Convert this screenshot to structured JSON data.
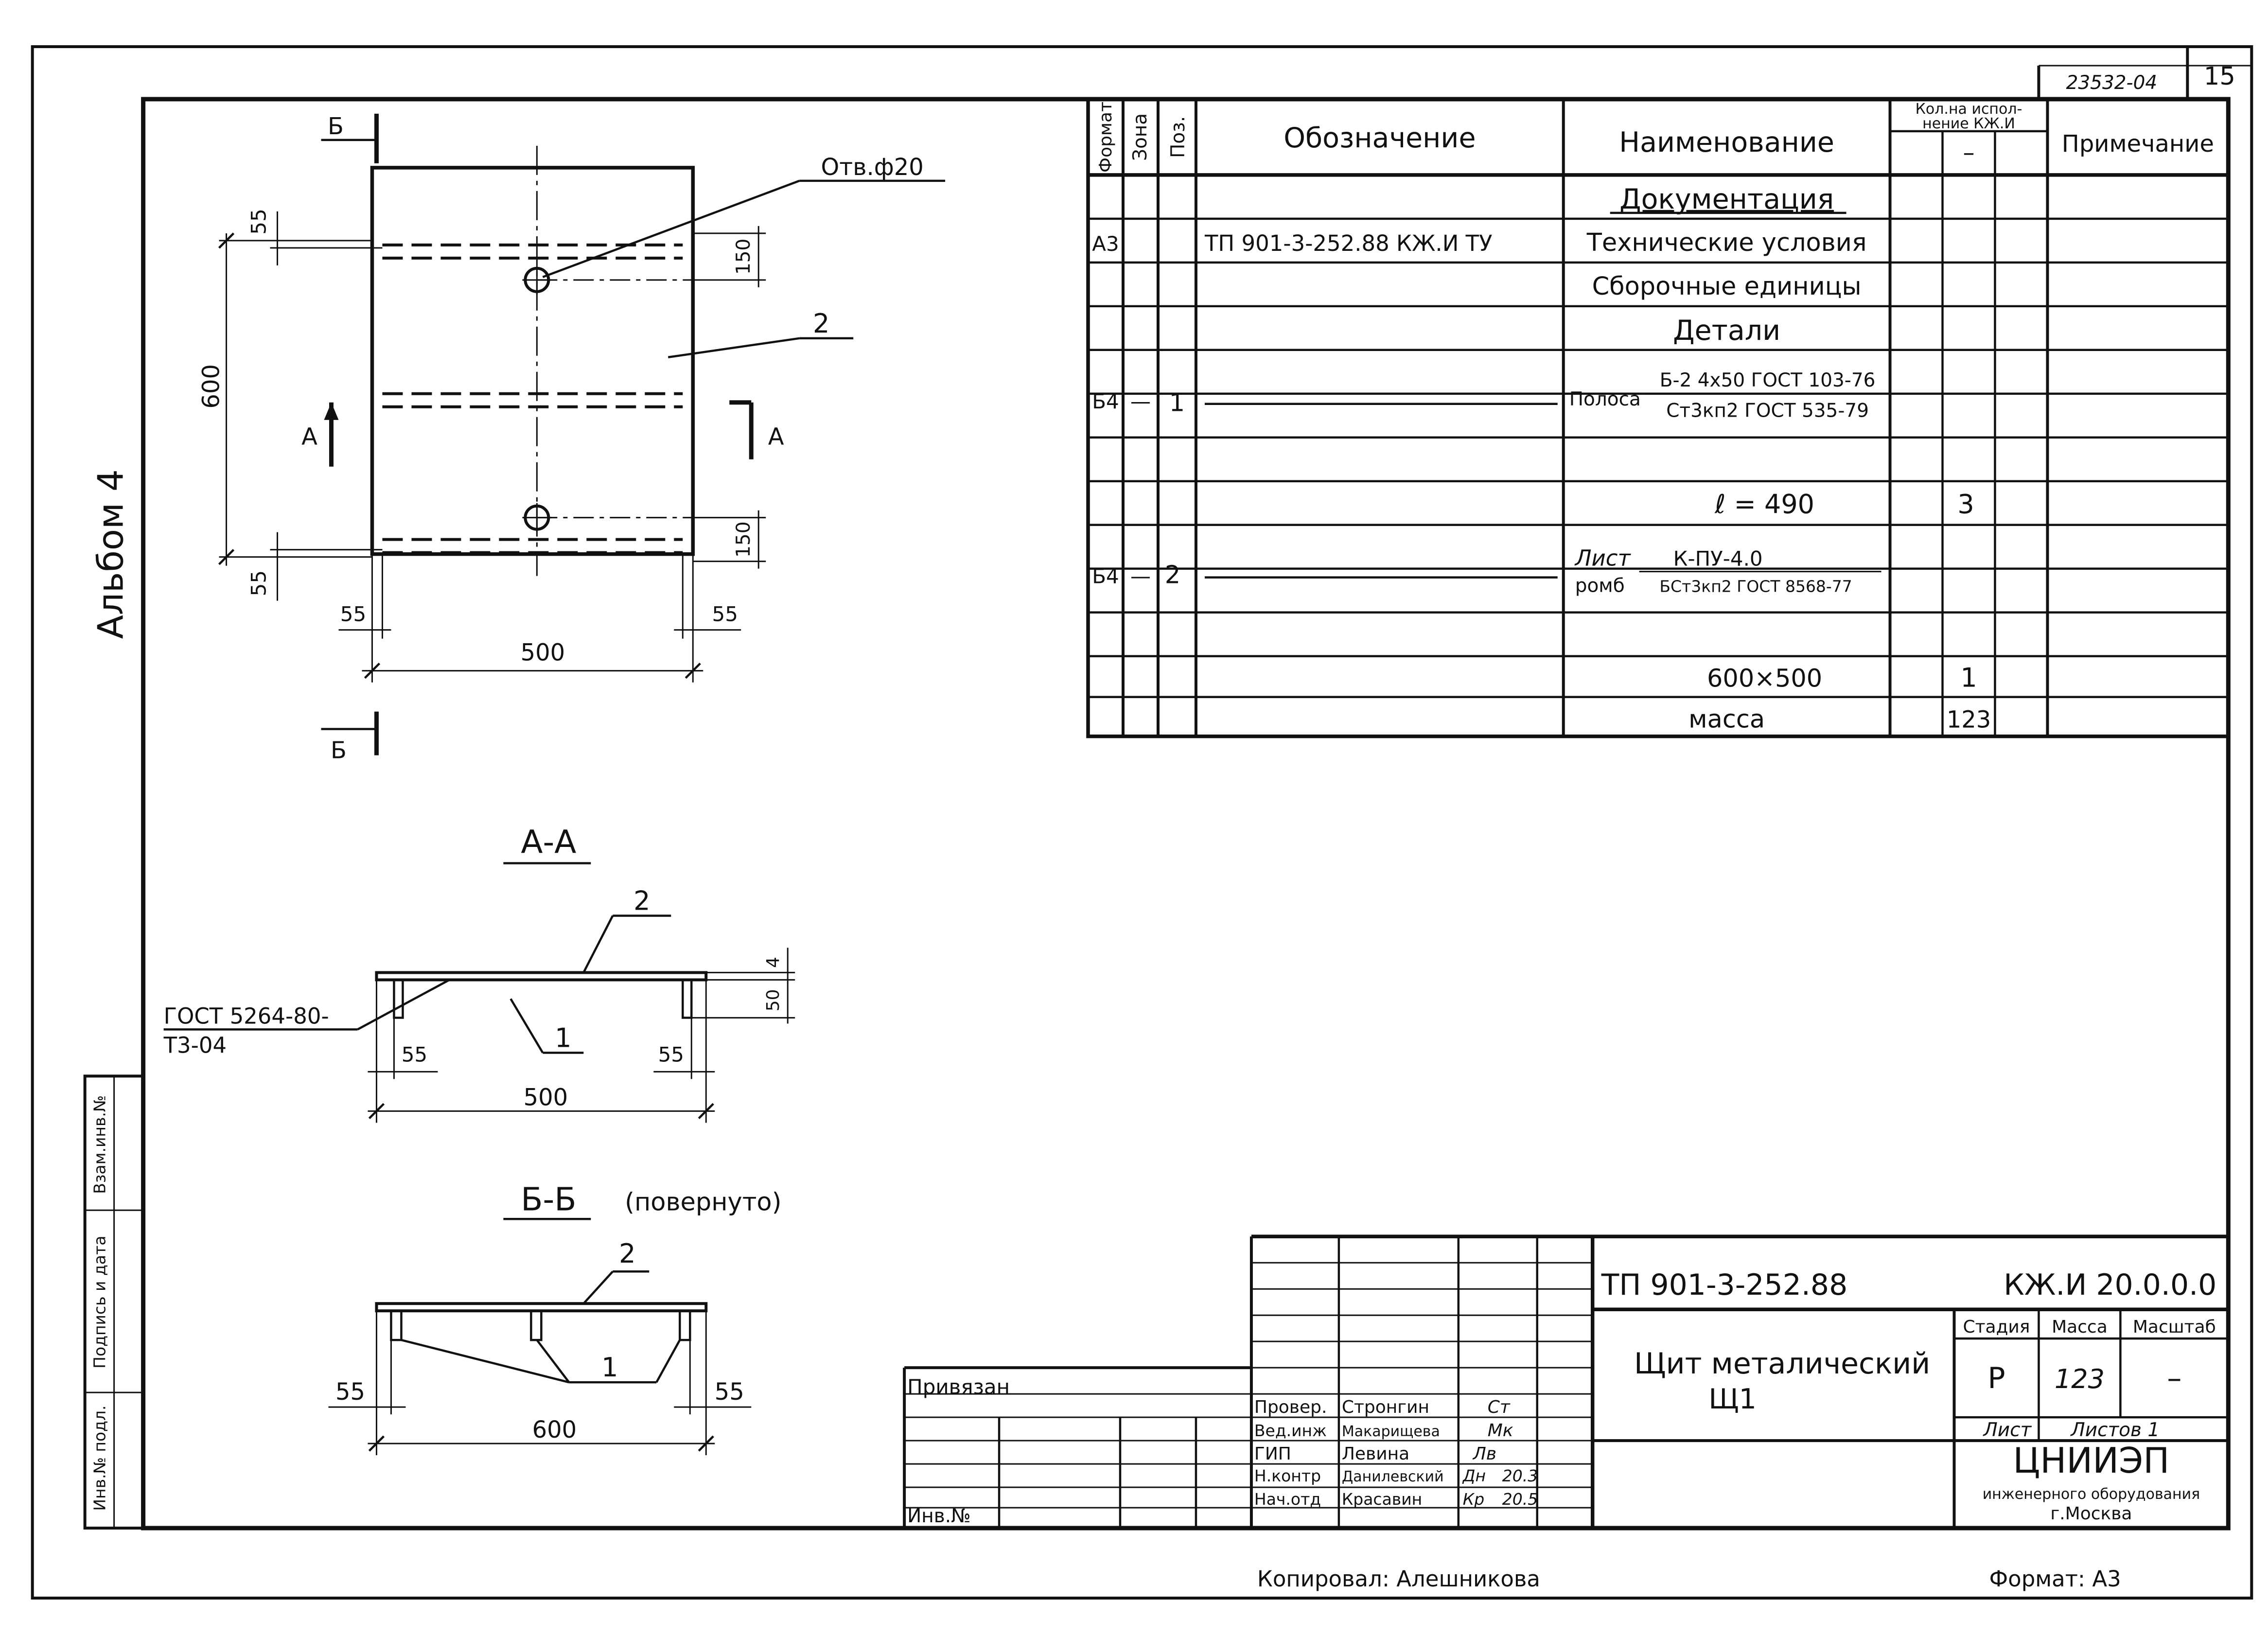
{
  "header": {
    "doc_code": "23532-04",
    "page_number": "15",
    "album_label": "Альбом 4"
  },
  "plan_view": {
    "hole_label": "Отв.ф20",
    "section_a_left": "А",
    "section_a_right": "А",
    "section_b_top": "Б",
    "section_b_bottom": "Б",
    "part_2_label": "2",
    "dim_height": "600",
    "dim_width": "500",
    "dim_edge_top": "55",
    "dim_edge_bottom": "55",
    "dim_edge_left": "55",
    "dim_edge_right": "55",
    "dim_hole_top": "150",
    "dim_hole_bottom": "150"
  },
  "section_aa": {
    "title": "А-А",
    "part_2_label": "2",
    "part_1_label": "1",
    "weld_line1": "ГОСТ 5264-80-",
    "weld_line2": "Т3-04",
    "dim_left": "55",
    "dim_right": "55",
    "dim_width": "500",
    "dim_thickness": "4",
    "dim_height": "50"
  },
  "section_bb": {
    "title": "Б-Б",
    "title_note": "(повернуто)",
    "part_2_label": "2",
    "part_1_label": "1",
    "dim_left": "55",
    "dim_right": "55",
    "dim_width": "600"
  },
  "spec_table": {
    "headers": {
      "format": "Формат",
      "zone": "Зона",
      "pos": "Поз.",
      "designation": "Обозначение",
      "name": "Наименование",
      "qty_line1": "Кол.на испол-",
      "qty_line2": "нение КЖ.И",
      "qty_dash": "–",
      "note": "Примечание"
    },
    "rows": {
      "documentation": "Документация",
      "tu_format": "А3",
      "tu_designation": "ТП 901-3-252.88   КЖ.И ТУ",
      "tu_name": "Технические условия",
      "assemblies": "Сборочные единицы",
      "details": "Детали",
      "p1_format": "Б4",
      "p1_dash": "—",
      "p1_pos": "1",
      "p1_prefix": "Полоса",
      "p1_top": "Б-2 4х50 ГОСТ 103-76",
      "p1_bottom": "Ст3кп2 ГОСТ 535-79",
      "p1_length": "ℓ = 490",
      "p1_qty": "3",
      "p2_format": "Б4",
      "p2_dash": "—",
      "p2_pos": "2",
      "p2_prefix_top": "Лист",
      "p2_prefix_bottom": "ромб",
      "p2_top": "К-ПУ-4.0",
      "p2_bottom": "БСт3кп2 ГОСТ 8568-77",
      "p2_size": "600×500",
      "p2_qty": "1",
      "mass_label": "масса",
      "mass_value": "123"
    }
  },
  "side_stamp": {
    "inv_orig": "Инв.№ подл.",
    "sign_date": "Подпись и дата",
    "inv_replace": "Взам.инв.№"
  },
  "title_block": {
    "project_code": "ТП 901-3-252.88",
    "drawing_code": "КЖ.И 20.0.0.0",
    "product_name_line1": "Щит металический",
    "product_name_line2": "Щ1",
    "stage_label": "Стадия",
    "mass_label": "Масса",
    "scale_label": "Масштаб",
    "stage_value": "Р",
    "mass_value": "123",
    "scale_value": "–",
    "sheet_label": "Лист",
    "sheets_label": "Листов 1",
    "org_name": "ЦНИИЭП",
    "org_sub": "инженерного оборудования",
    "org_city": "г.Москва",
    "tied_label": "Привязан",
    "inv_label": "Инв.№",
    "staff": [
      {
        "role": "Провер.",
        "name": "Стронгин",
        "sign": "Ст",
        "date": ""
      },
      {
        "role": "Вед.инж",
        "name": "Макарищева",
        "sign": "Мк",
        "date": ""
      },
      {
        "role": "ГИП",
        "name": "Левина",
        "sign": "Лв",
        "date": ""
      },
      {
        "role": "Н.контр",
        "name": "Данилевский",
        "sign": "Дн",
        "date": "20.3"
      },
      {
        "role": "Нач.отд",
        "name": "Красавин",
        "sign": "Кр",
        "date": "20.5"
      }
    ]
  },
  "footer": {
    "copied": "Копировал: Алешникова",
    "format": "Формат: А3"
  }
}
